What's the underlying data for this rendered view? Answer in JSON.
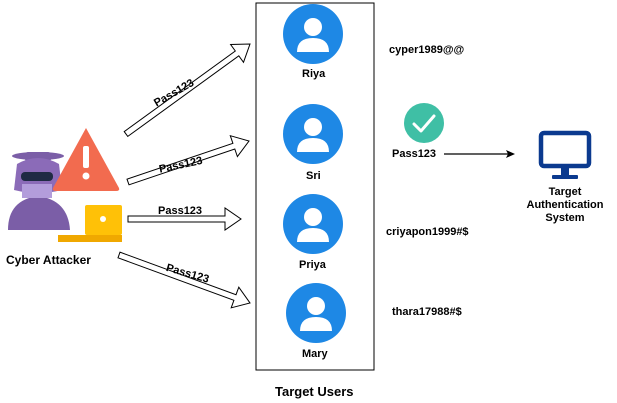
{
  "attacker": {
    "label": "Cyber Attacker"
  },
  "arrows": [
    {
      "label": "Pass123"
    },
    {
      "label": "Pass123"
    },
    {
      "label": "Pass123"
    },
    {
      "label": "Pass123"
    }
  ],
  "users": [
    {
      "name": "Riya",
      "password": "cyper1989@@"
    },
    {
      "name": "Sri",
      "password": "Pass123"
    },
    {
      "name": "Priya",
      "password": "criyapon1999#$"
    },
    {
      "name": "Mary",
      "password": "thara17988#$"
    }
  ],
  "group_label": "Target Users",
  "target_system": {
    "label": "Target\nAuthentication\nSystem"
  },
  "colors": {
    "avatar": "#1e88e5",
    "avatar_bg": "#ffffff",
    "warning": "#f26b4f",
    "check": "#3fbfa5",
    "laptop": "#ffc107",
    "hood": "#7b5ea7",
    "monitor": "#0b3a8f"
  },
  "icons": [
    "hacker-icon",
    "warning-icon",
    "laptop-icon",
    "user-avatar-icon",
    "check-icon",
    "monitor-icon"
  ]
}
